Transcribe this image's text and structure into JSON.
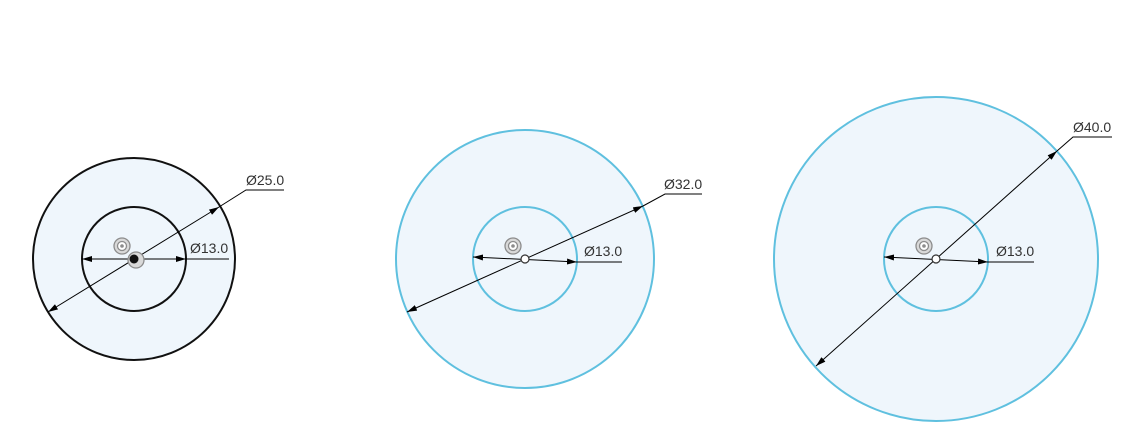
{
  "colors": {
    "background": "#ffffff",
    "fill": "#eff6fc",
    "selected_stroke": "#111111",
    "unselected_stroke": "#5fc0df",
    "dimension_line": "#000000",
    "dimension_text": "#333333",
    "constraint_icon": "#8c8c8c"
  },
  "icons": [
    "concentric-constraint-icon",
    "arrowhead-icon",
    "center-point-icon"
  ],
  "sketches": [
    {
      "id": "sketch-1",
      "selected": true,
      "outer_label": "Ø25.0",
      "inner_label": "Ø13.0"
    },
    {
      "id": "sketch-2",
      "selected": false,
      "outer_label": "Ø32.0",
      "inner_label": "Ø13.0"
    },
    {
      "id": "sketch-3",
      "selected": false,
      "outer_label": "Ø40.0",
      "inner_label": "Ø13.0"
    }
  ]
}
